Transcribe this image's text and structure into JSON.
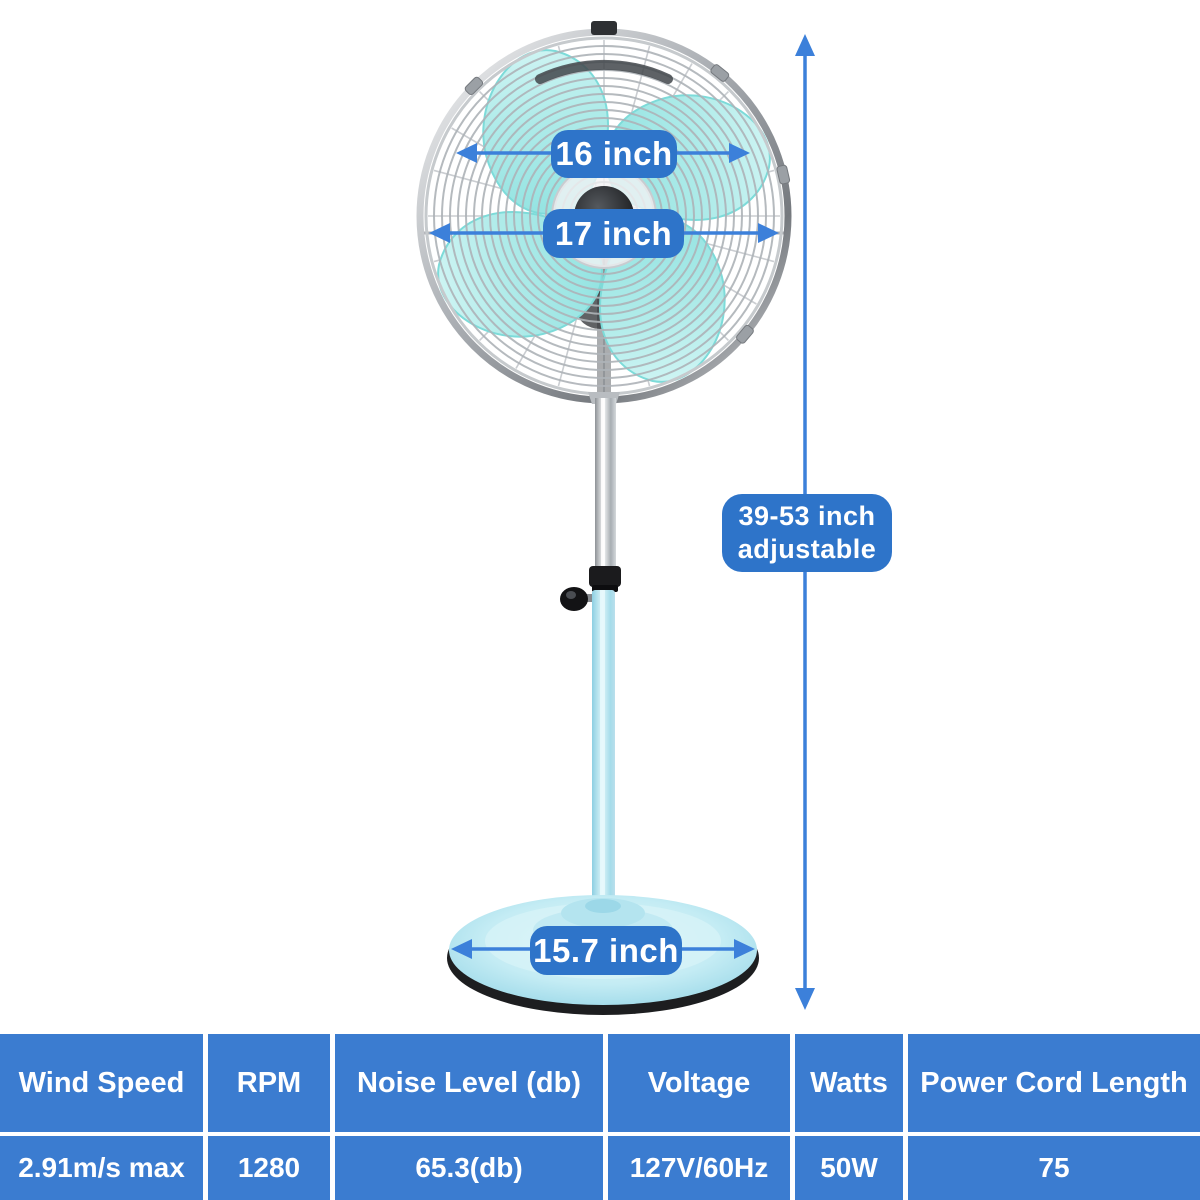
{
  "colors": {
    "label_blue": "#2e74c9",
    "arrow_blue": "#3c80da",
    "table_blue": "#3b7cd0",
    "blade_teal": "#a5e8e7",
    "pole_blue": "#b5e3ee",
    "base_blue": "#bfe9f2"
  },
  "dimensions": {
    "blade_diameter": "16 inch",
    "grille_diameter": "17 inch",
    "height_range": "39-53 inch",
    "height_note": "adjustable",
    "base_diameter": "15.7 inch"
  },
  "spec_table": {
    "columns": [
      {
        "header": "Wind Speed",
        "value": "2.91m/s max"
      },
      {
        "header": "RPM",
        "value": "1280"
      },
      {
        "header": "Noise Level (db)",
        "value": "65.3(db)"
      },
      {
        "header": "Voltage",
        "value": "127V/60Hz"
      },
      {
        "header": "Watts",
        "value": "50W"
      },
      {
        "header": "Power Cord Length",
        "value": "75"
      }
    ]
  }
}
